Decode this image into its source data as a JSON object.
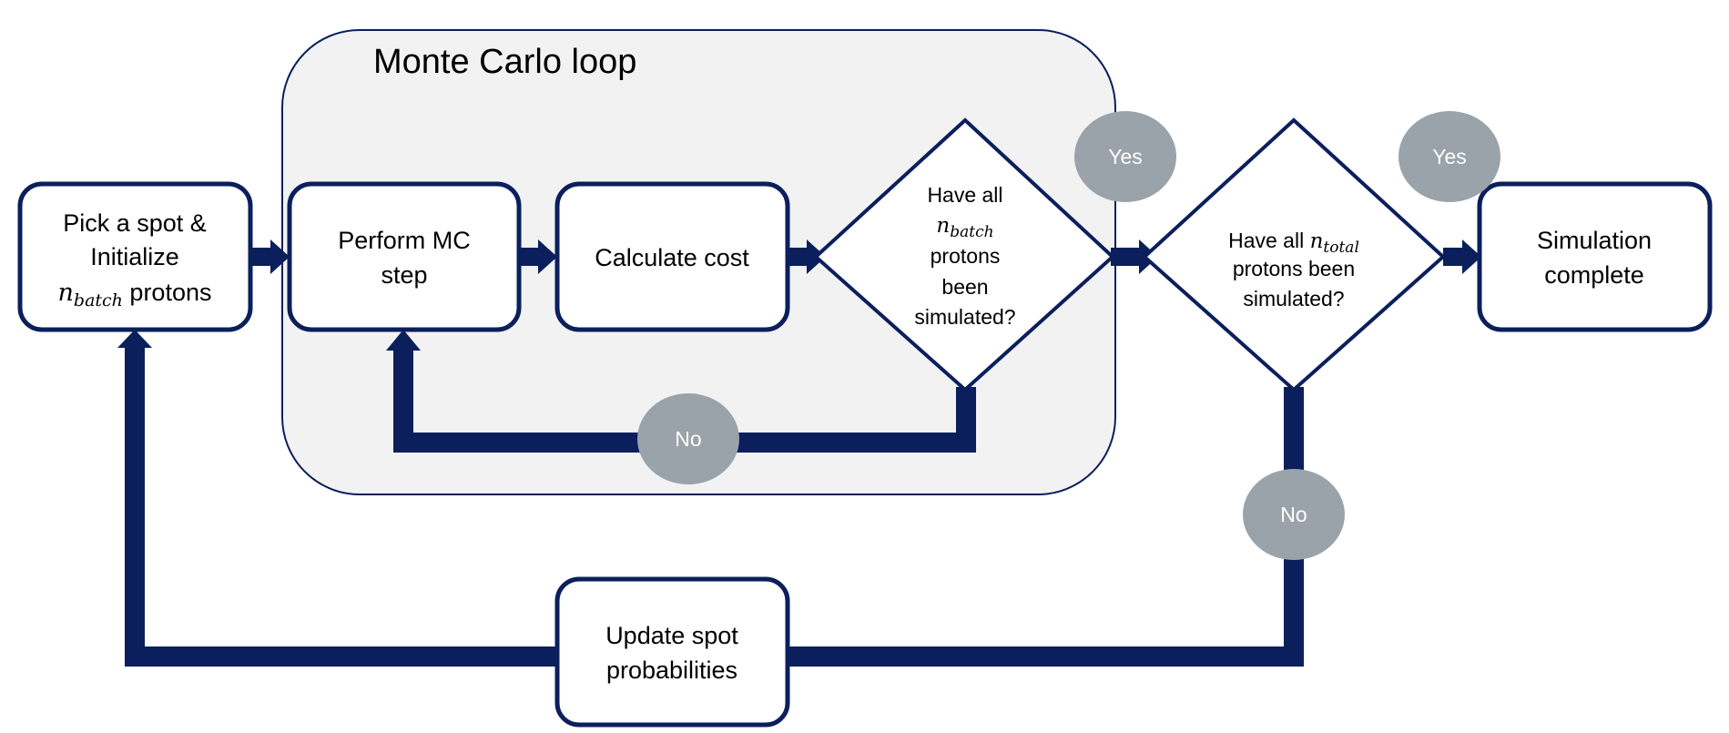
{
  "colors": {
    "navy": "#0b1f5c",
    "region_fill": "#f2f2f2",
    "bubble_fill": "#9aa3aa"
  },
  "loop_region": {
    "title": "Monte Carlo loop"
  },
  "nodes": {
    "pick_spot": {
      "line1": "Pick a spot &",
      "line2": "Initialize",
      "math": "n",
      "math_sub": "batch",
      "line3_tail": " protons"
    },
    "perform_mc": {
      "line1": "Perform MC",
      "line2": "step"
    },
    "calculate_cost": {
      "line1": "Calculate cost"
    },
    "decision_batch": {
      "line1": "Have all",
      "math": "n",
      "math_sub": "batch",
      "line3": "protons",
      "line4": "been",
      "line5": "simulated?"
    },
    "decision_total": {
      "line1_head": "Have all ",
      "math": "n",
      "math_sub": "total",
      "line2": "protons been",
      "line3": "simulated?"
    },
    "simulation_complete": {
      "line1": "Simulation",
      "line2": "complete"
    },
    "update_spot": {
      "line1": "Update spot",
      "line2": "probabilities"
    }
  },
  "labels": {
    "yes_batch": "Yes",
    "no_batch": "No",
    "yes_total": "Yes",
    "no_total": "No"
  }
}
